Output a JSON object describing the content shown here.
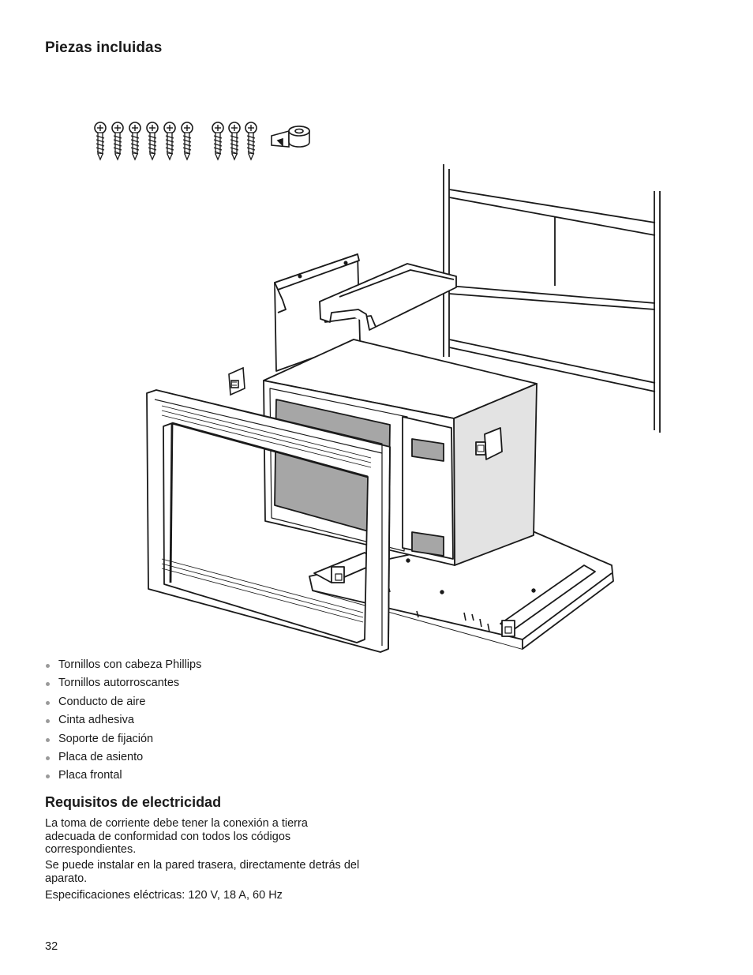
{
  "page": {
    "title": "Piezas incluidas",
    "page_number": "32"
  },
  "parts": [
    "Tornillos con cabeza Phillips",
    "Tornillos autorroscantes",
    "Conducto de aire",
    "Cinta adhesiva",
    "Soporte de fijación",
    "Placa de asiento",
    "Placa frontal"
  ],
  "electrical": {
    "heading": "Requisitos de electricidad",
    "paragraph_1": "La toma de corriente debe tener la conexión a tierra adecuada de conformidad con todos los códigos correspondientes.",
    "paragraph_2": "Se puede instalar en la pared trasera, directamente detrás del aparato.",
    "paragraph_3": "Especificaciones eléctricas: 120 V, 18 A, 60 Hz"
  },
  "colors": {
    "text": "#1a1a1a",
    "line_art": "#1a1a1a",
    "window_gray": "#a6a6a6",
    "side_panel_gray": "#e3e3e3"
  },
  "icons": [
    "phillips-screw-icon",
    "self-tapping-screw-icon",
    "adhesive-tape-roll-icon"
  ]
}
